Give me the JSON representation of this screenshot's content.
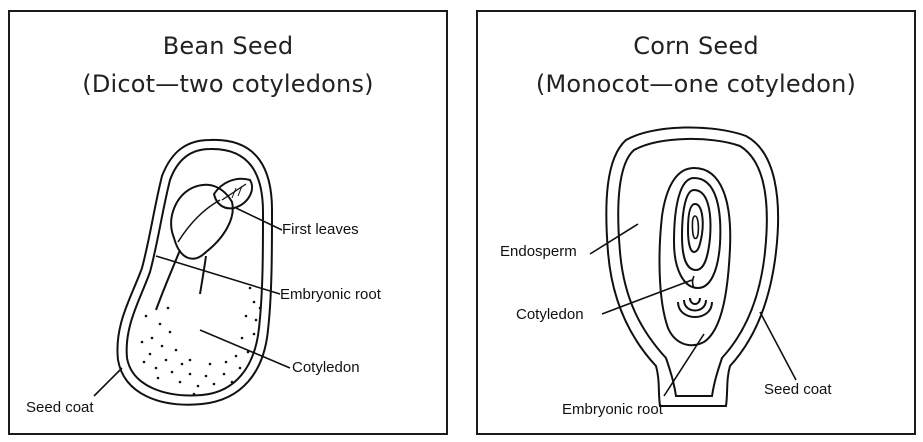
{
  "bean": {
    "title": "Bean Seed",
    "subtitle": "(Dicot—two cotyledons)",
    "labels": {
      "first_leaves": "First leaves",
      "embryonic_root": "Embryonic root",
      "cotyledon": "Cotyledon",
      "seed_coat": "Seed coat"
    }
  },
  "corn": {
    "title": "Corn Seed",
    "subtitle": "(Monocot—one cotyledon)",
    "labels": {
      "endosperm": "Endosperm",
      "cotyledon": "Cotyledon",
      "embryonic_root": "Embryonic root",
      "seed_coat": "Seed coat"
    }
  }
}
